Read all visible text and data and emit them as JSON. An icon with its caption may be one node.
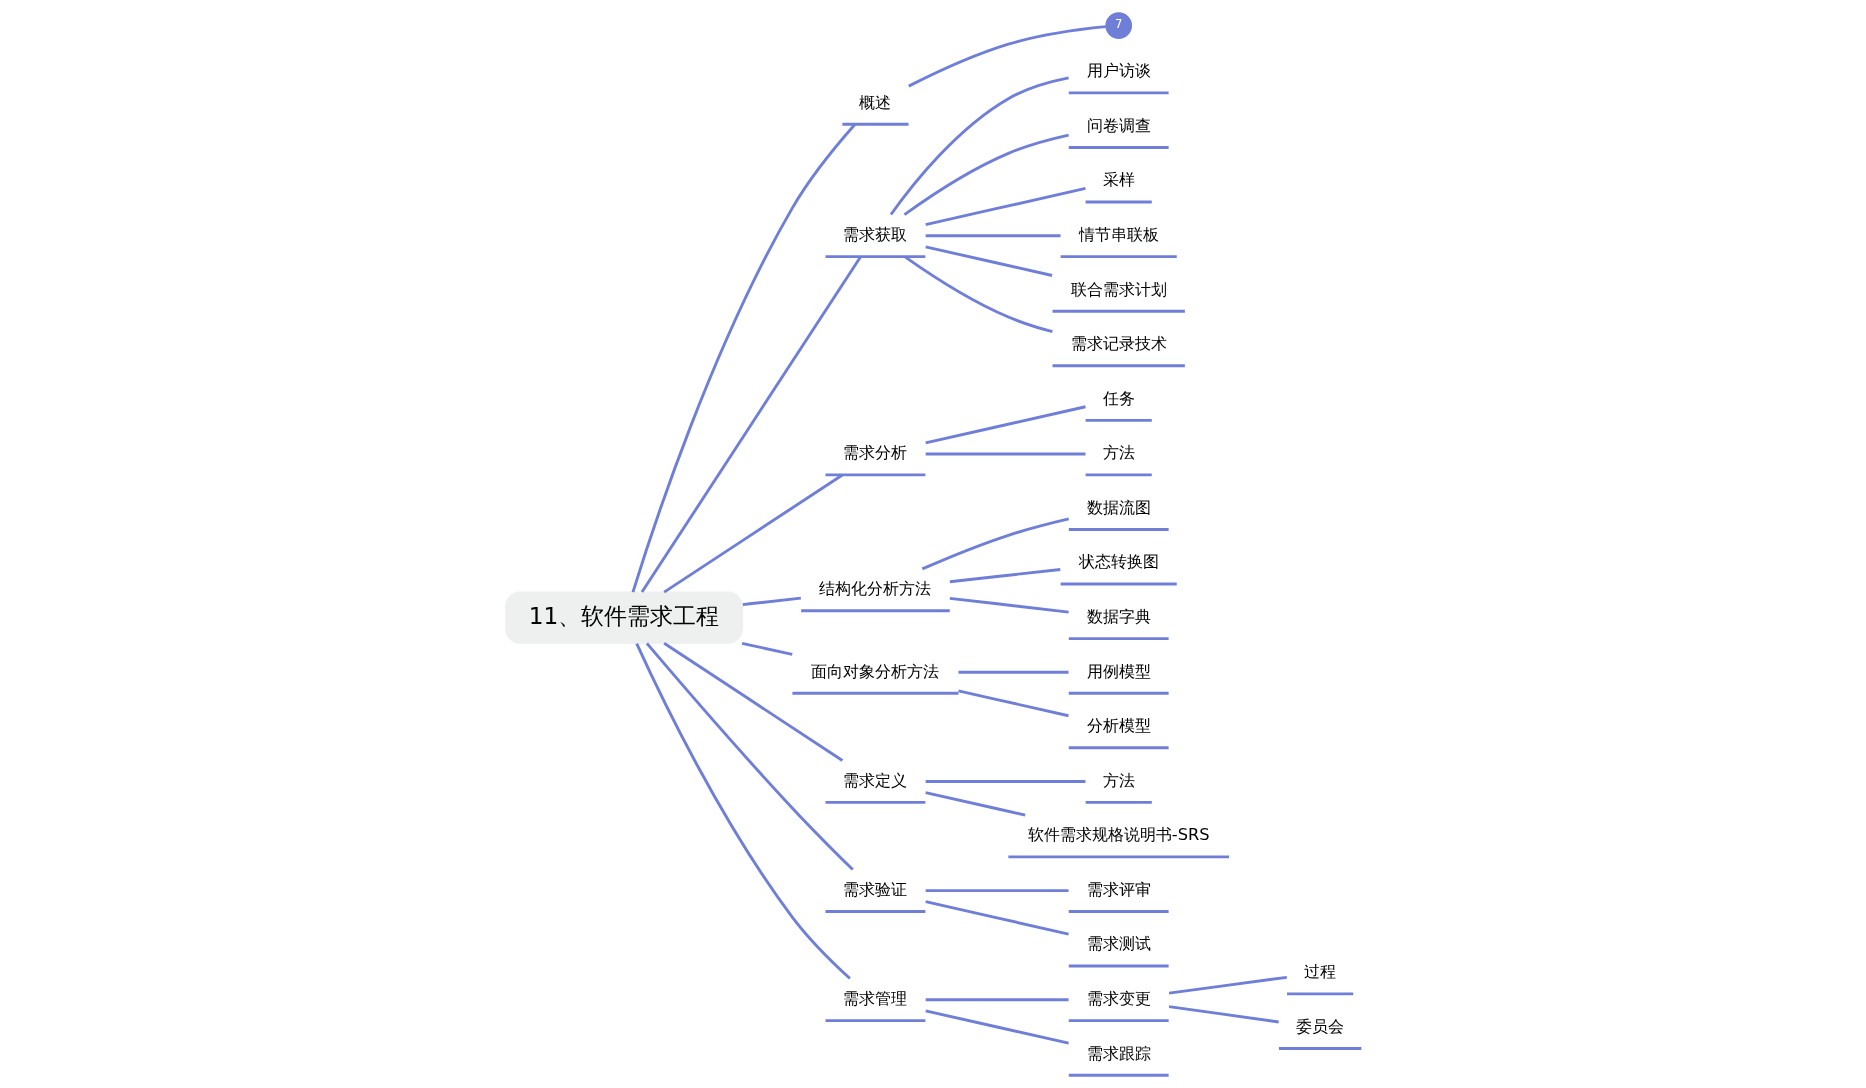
{
  "diagram": {
    "nodes": [
      {
        "text": [
          "11、软件需求工程"
        ]
      },
      {
        "text": [
          "概述"
        ]
      },
      {
        "text": [
          "7"
        ]
      },
      {
        "text": [
          "需求获取"
        ]
      },
      {
        "text": [
          "用户访谈"
        ]
      },
      {
        "text": [
          "问卷调查"
        ]
      },
      {
        "text": [
          "采样"
        ]
      },
      {
        "text": [
          "情节串联板"
        ]
      },
      {
        "text": [
          "联合需求计划"
        ]
      },
      {
        "text": [
          "需求记录技术"
        ]
      },
      {
        "text": [
          "需求分析"
        ]
      },
      {
        "text": [
          "任务"
        ]
      },
      {
        "text": [
          "方法"
        ]
      },
      {
        "text": [
          "结构化分析方法"
        ]
      },
      {
        "text": [
          "数据流图"
        ]
      },
      {
        "text": [
          "状态转换图"
        ]
      },
      {
        "text": [
          "数据字典"
        ]
      },
      {
        "text": [
          "面向对象分析方法"
        ]
      },
      {
        "text": [
          "用例模型"
        ]
      },
      {
        "text": [
          "分析模型"
        ]
      },
      {
        "text": [
          "需求定义"
        ]
      },
      {
        "text": [
          "方法"
        ]
      },
      {
        "text": [
          "软件需求规格说明书-SRS"
        ]
      },
      {
        "text": [
          "需求验证"
        ]
      },
      {
        "text": [
          "需求评审"
        ]
      },
      {
        "text": [
          "需求测试"
        ]
      },
      {
        "text": [
          "需求管理"
        ]
      },
      {
        "text": [
          "需求变更"
        ]
      },
      {
        "text": [
          "过程"
        ]
      },
      {
        "text": [
          "委员会"
        ]
      },
      {
        "text": [
          "需求跟踪"
        ]
      }
    ],
    "edges": [
      {
        "from": 0,
        "to": 1,
        "arrow": "none"
      },
      {
        "from": 1,
        "to": 2,
        "arrow": "none"
      },
      {
        "from": 0,
        "to": 3,
        "arrow": "none"
      },
      {
        "from": 3,
        "to": 4,
        "arrow": "none"
      },
      {
        "from": 3,
        "to": 5,
        "arrow": "none"
      },
      {
        "from": 3,
        "to": 6,
        "arrow": "none"
      },
      {
        "from": 3,
        "to": 7,
        "arrow": "none"
      },
      {
        "from": 3,
        "to": 8,
        "arrow": "none"
      },
      {
        "from": 3,
        "to": 9,
        "arrow": "none"
      },
      {
        "from": 0,
        "to": 10,
        "arrow": "none"
      },
      {
        "from": 10,
        "to": 11,
        "arrow": "none"
      },
      {
        "from": 10,
        "to": 12,
        "arrow": "none"
      },
      {
        "from": 0,
        "to": 13,
        "arrow": "none"
      },
      {
        "from": 13,
        "to": 14,
        "arrow": "none"
      },
      {
        "from": 13,
        "to": 15,
        "arrow": "none"
      },
      {
        "from": 13,
        "to": 16,
        "arrow": "none"
      },
      {
        "from": 0,
        "to": 17,
        "arrow": "none"
      },
      {
        "from": 17,
        "to": 18,
        "arrow": "none"
      },
      {
        "from": 17,
        "to": 19,
        "arrow": "none"
      },
      {
        "from": 0,
        "to": 20,
        "arrow": "none"
      },
      {
        "from": 20,
        "to": 21,
        "arrow": "none"
      },
      {
        "from": 20,
        "to": 22,
        "arrow": "none"
      },
      {
        "from": 0,
        "to": 23,
        "arrow": "none"
      },
      {
        "from": 23,
        "to": 24,
        "arrow": "none"
      },
      {
        "from": 23,
        "to": 25,
        "arrow": "none"
      },
      {
        "from": 0,
        "to": 26,
        "arrow": "none"
      },
      {
        "from": 26,
        "to": 27,
        "arrow": "none"
      },
      {
        "from": 27,
        "to": 28,
        "arrow": "none"
      },
      {
        "from": 27,
        "to": 29,
        "arrow": "none"
      },
      {
        "from": 26,
        "to": 30,
        "arrow": "none"
      }
    ]
  }
}
